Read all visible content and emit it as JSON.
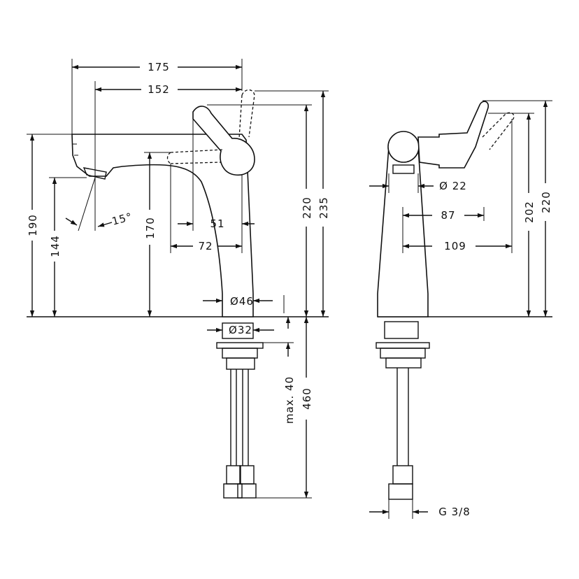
{
  "front_view": {
    "dims": {
      "d175": "175",
      "d152": "152",
      "d190": "190",
      "d144": "144",
      "d15deg": "15°",
      "d170": "170",
      "d51": "51",
      "d72": "72",
      "d220": "220",
      "d235": "235",
      "d46": "Ø46",
      "d32": "Ø32",
      "d40": "max. 40",
      "d460": "460"
    }
  },
  "side_view": {
    "dims": {
      "d22": "Ø 22",
      "d87": "87",
      "d109": "109",
      "d202": "202",
      "d220": "220",
      "g38": "G 3/8"
    }
  }
}
